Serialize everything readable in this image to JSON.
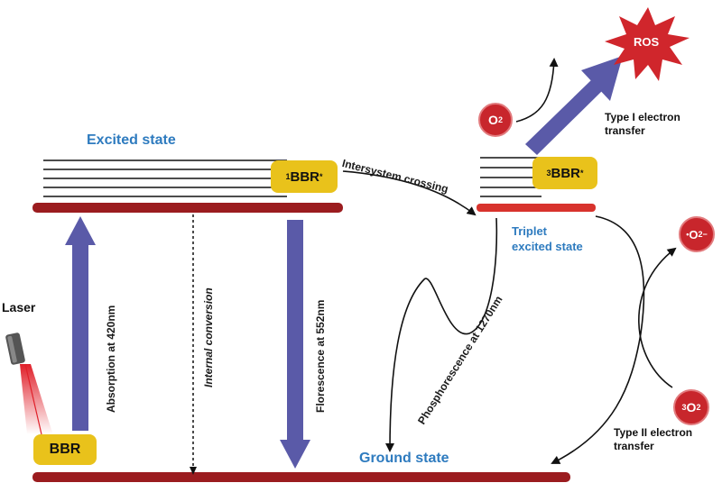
{
  "labels": {
    "excited_state": "Excited state",
    "ground_state": "Ground state",
    "triplet_line1": "Triplet",
    "triplet_line2": "excited state",
    "laser": "Laser",
    "absorption": "Absorption at 420nm",
    "internal_conversion": "Internal conversion",
    "fluorescence": "Florescence at 552nm",
    "intersystem": "Intersystem crossing",
    "phosphorescence": "Phosphorescence at 1270nm",
    "type1_line1": "Type I electron",
    "type1_line2": "transfer",
    "type2_line1": "Type II electron",
    "type2_line2": "transfer"
  },
  "species": {
    "bbr": "BBR",
    "singlet_sup": "1",
    "triplet_sup": "3",
    "star": "*",
    "ros": "ROS",
    "o2_base": "O",
    "o2_sub": "2",
    "superoxide_sup": "•",
    "superoxide_minus": "−",
    "triplet_o2_sup": "3"
  },
  "colors": {
    "level_bar": "#9b1c1f",
    "triplet_bar": "#d8332d",
    "arrow_blue": "#5a5aa8",
    "box_yellow": "#e9c21b",
    "circle_red": "#c8262c",
    "text_blue": "#2e7bbf"
  }
}
